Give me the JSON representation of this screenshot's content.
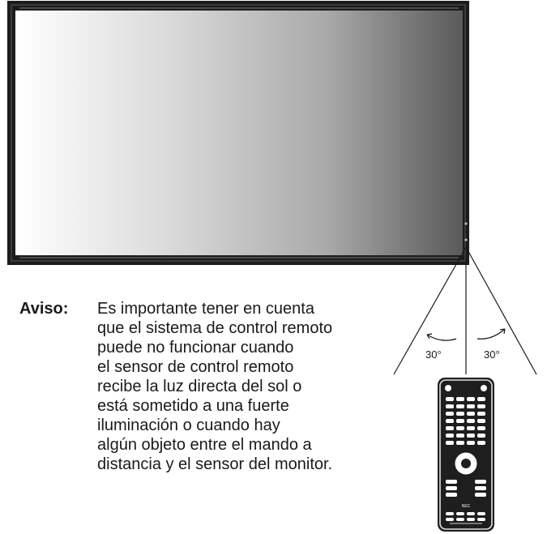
{
  "notice": {
    "label": "Aviso:",
    "lines": [
      "Es importante tener en cuenta",
      "que el sistema de control remoto",
      "puede no funcionar cuando",
      "el sensor de control remoto",
      "recibe la luz directa del sol o",
      "está sometido a una fuerte",
      "iluminación o cuando hay",
      "algún objeto entre el mando a",
      "distancia y el sensor del monitor."
    ]
  },
  "angles": {
    "left": "30°",
    "right": "30°"
  },
  "remote": {
    "brand": "NEC"
  }
}
